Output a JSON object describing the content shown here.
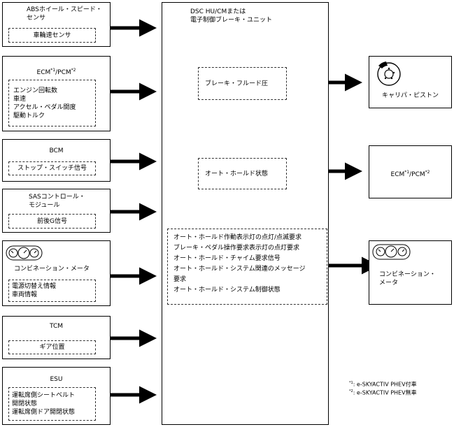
{
  "inputs": {
    "abs": {
      "title_line1": "ABSホイール・スピード・",
      "title_line2": "センサ",
      "items": [
        "車輪速センサ"
      ]
    },
    "ecm": {
      "title_main": "ECM",
      "title_sup1": "*1",
      "title_mid": "/PCM",
      "title_sup2": "*2",
      "items": [
        "エンジン回転数",
        "車速",
        "アクセル・ペダル開度",
        "駆動トルク"
      ]
    },
    "bcm": {
      "title": "BCM",
      "items": [
        "ストップ・スイッチ信号"
      ]
    },
    "sas": {
      "title_line1": "SASコントロール・",
      "title_line2": "モジュール",
      "items": [
        "前後G信号"
      ]
    },
    "meter": {
      "title": "コンビネーション・メータ",
      "items": [
        "電源切替え情報",
        "車両情報"
      ]
    },
    "tcm": {
      "title": "TCM",
      "items": [
        "ギア位置"
      ]
    },
    "esu": {
      "title": "ESU",
      "items": [
        "運転席側シートベルト",
        "開閉状態",
        "運転席側ドア開閉状態"
      ]
    }
  },
  "center": {
    "title_line1": "DSC HU/CMまたは",
    "title_line2": "電子制御ブレーキ・ユニット",
    "outputs": {
      "brake": "ブレーキ・フルード圧",
      "hold": "オート・ホールド状態",
      "meter_lines": [
        "オート・ホールド作動表示灯の点灯/点滅要求",
        "ブレーキ・ペダル操作要求表示灯の点灯要求",
        "オート・ホールド・チャイム要求信号",
        "オート・ホールド・システム関連のメッセージ",
        "要求",
        "オート・ホールド・システム制御状態"
      ]
    }
  },
  "outputs": {
    "caliper": {
      "label": "キャリパ・ピストン"
    },
    "ecm": {
      "main": "ECM",
      "sup1": "*1",
      "mid": "/PCM",
      "sup2": "*2"
    },
    "meter": {
      "line1": "コンビネーション・",
      "line2": "メータ"
    }
  },
  "notes": {
    "note1_mark": "*1",
    "note1_text": ": e-SKYACTIV PHEV付車",
    "note2_mark": "*2",
    "note2_text": ": e-SKYACTIV PHEV無車"
  }
}
